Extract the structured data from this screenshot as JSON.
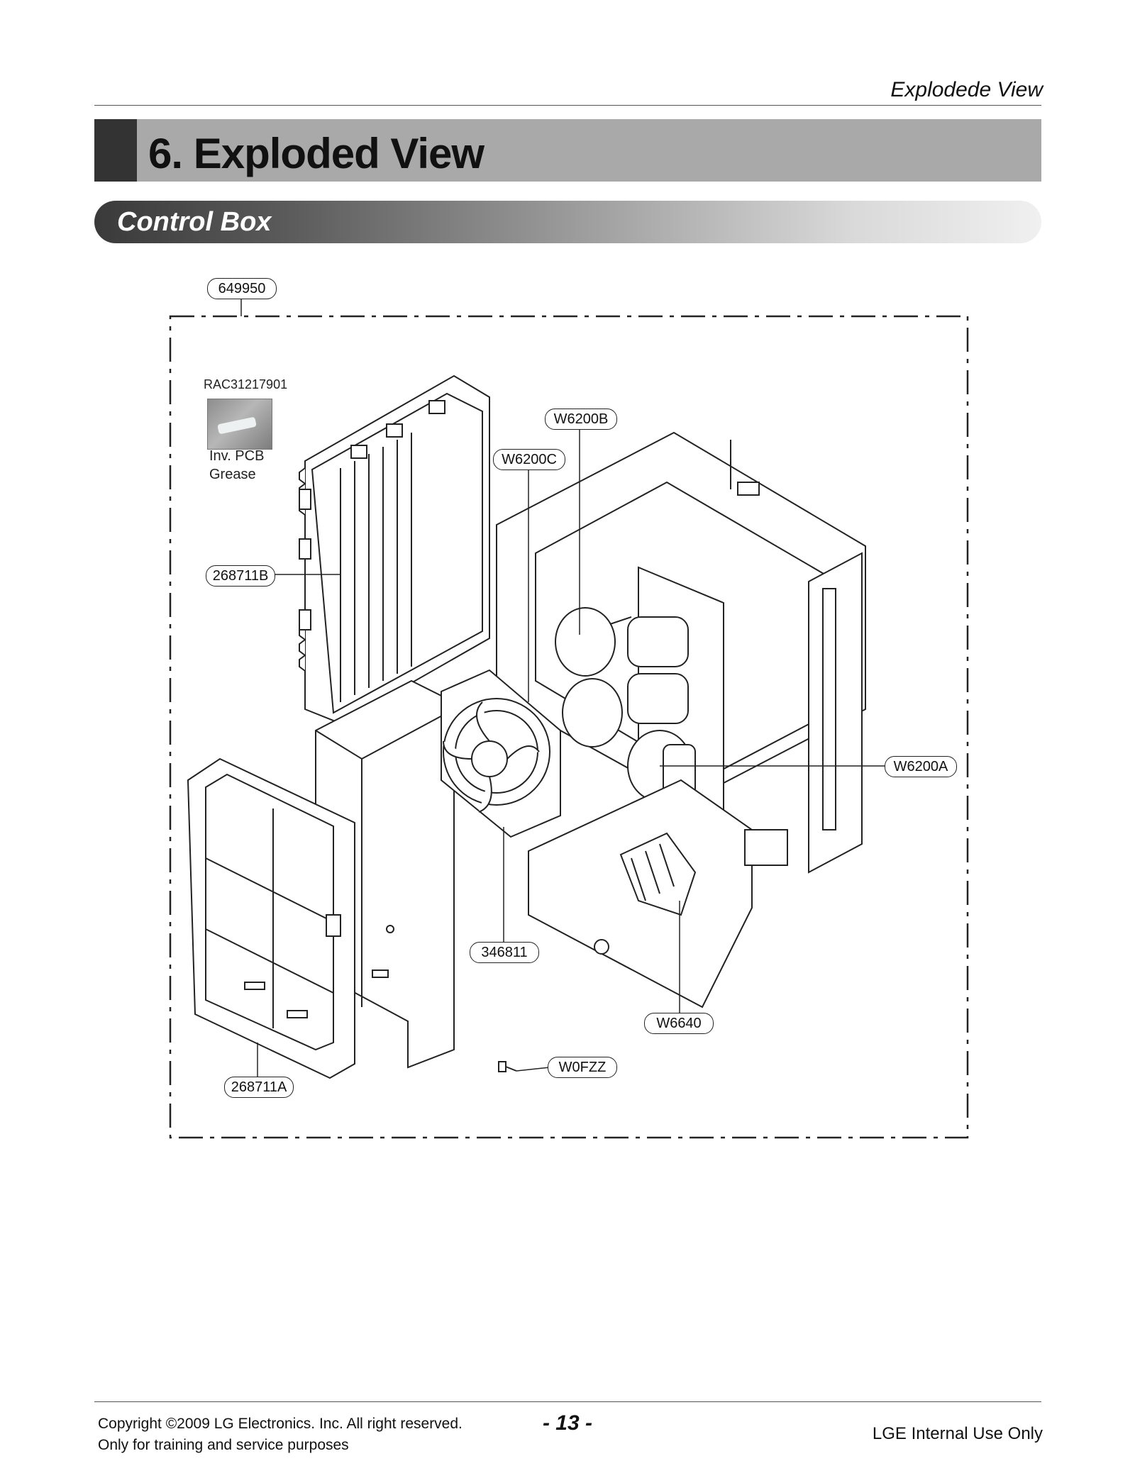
{
  "header": {
    "caption": "Explodede View"
  },
  "title": "6. Exploded View",
  "section": "Control Box",
  "diagram": {
    "labels": {
      "assembly": "649950",
      "grease_code": "RAC31217901",
      "grease_desc_line1": "Inv. PCB",
      "grease_desc_line2": "Grease",
      "cover_rear": "268711B",
      "cover_front": "268711A",
      "part_w6200b": "W6200B",
      "part_w6200c": "W6200C",
      "part_w6200a": "W6200A",
      "fan": "346811",
      "part_w6640": "W6640",
      "screw": "W0FZZ"
    }
  },
  "footer": {
    "copyright": "Copyright ©2009 LG Electronics. Inc. All right reserved.",
    "purpose": "Only for training and service purposes",
    "page": "- 13 -",
    "usage": "LGE Internal Use Only"
  }
}
